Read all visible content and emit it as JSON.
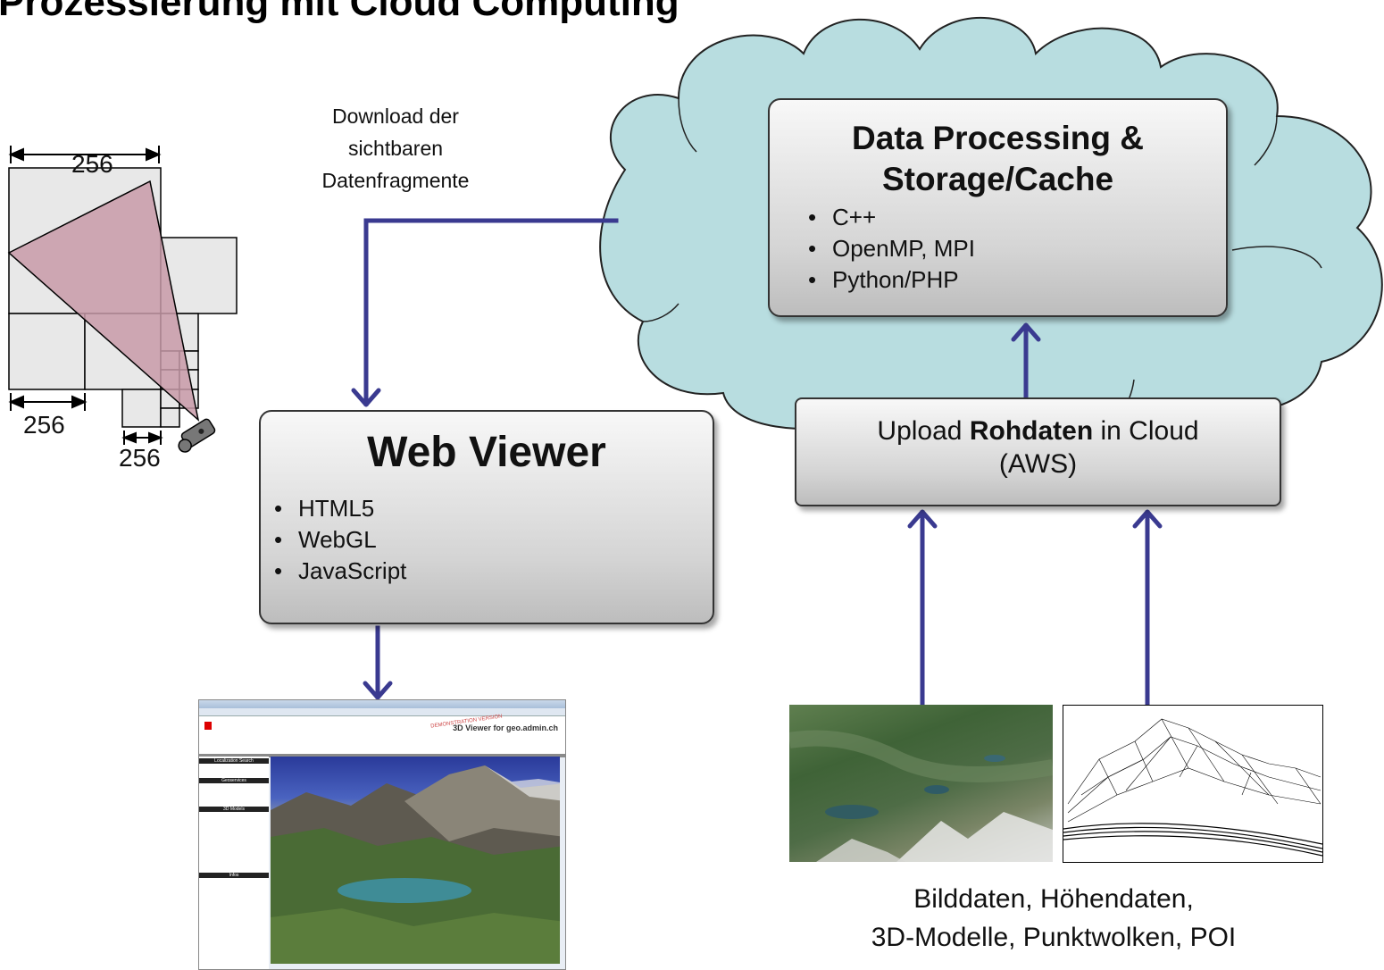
{
  "title": "Prozessierung mit Cloud Computing",
  "tiling": {
    "labels": [
      "256",
      "256",
      "256"
    ]
  },
  "download_label": [
    "Download der",
    "sichtbaren",
    "Datenfragmente"
  ],
  "processing_box": {
    "title_line1": "Data Processing &",
    "title_line2": "Storage/Cache",
    "items": [
      "C++",
      "OpenMP, MPI",
      "Python/PHP"
    ]
  },
  "web_viewer": {
    "title": "Web Viewer",
    "items": [
      "HTML5",
      "WebGL",
      "JavaScript"
    ]
  },
  "upload_box": {
    "prefix": "Upload ",
    "bold": "Rohdaten",
    "suffix": " in Cloud",
    "line2": "(AWS)"
  },
  "raw_data_caption": [
    "Bilddaten, Höhendaten,",
    "3D-Modelle, Punktwolken, POI"
  ],
  "screenshot": {
    "header_text": "3D Viewer for geo.admin.ch",
    "stamp_text": "DEMONSTRATION VERSION",
    "sidebar_headers": [
      "Localization Search",
      "Geoservices",
      "3D Models",
      "Infos"
    ]
  },
  "colors": {
    "cloud_fill": "#b8dde0",
    "arrow": "#3a3a90",
    "frustum": "#c89aa8",
    "tile": "#e8e8e8"
  }
}
